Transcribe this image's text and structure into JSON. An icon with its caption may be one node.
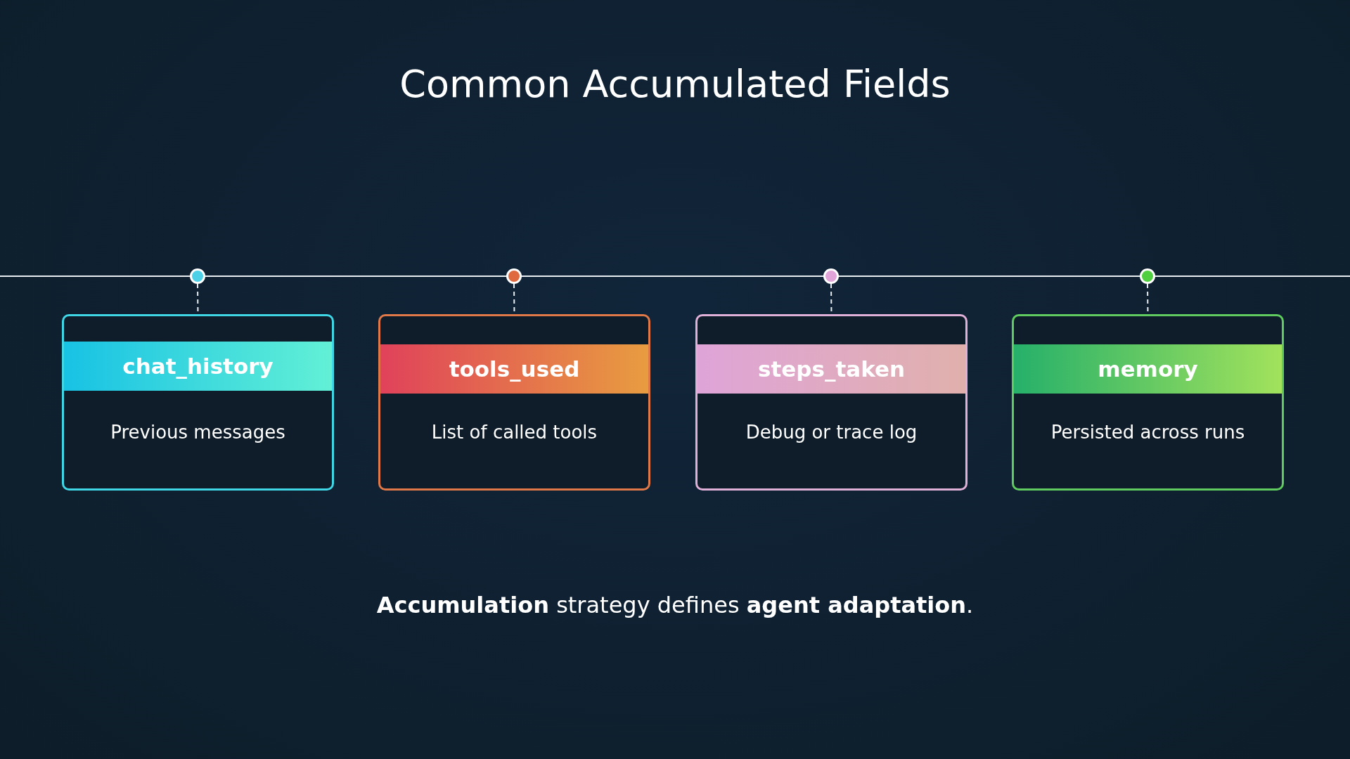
{
  "diagram": {
    "title": "Common Accumulated Fields",
    "caption": "**Accumulation** strategy defines **agent adaptation**.",
    "nodes": [
      {
        "text": [
          "chat_history",
          "Previous messages"
        ]
      },
      {
        "text": [
          "tools_used",
          "List of called tools"
        ]
      },
      {
        "text": [
          "steps_taken",
          "Debug or trace log"
        ]
      },
      {
        "text": [
          "memory",
          "Persisted across runs"
        ]
      },
      {
        "text": [],
        "shape": "circle"
      },
      {
        "text": [],
        "shape": "circle"
      },
      {
        "text": [],
        "shape": "circle"
      },
      {
        "text": [],
        "shape": "circle"
      }
    ],
    "edges": [
      {
        "from": 4,
        "to": 0,
        "arrow": "none",
        "style": "dashed"
      },
      {
        "from": 5,
        "to": 1,
        "arrow": "none",
        "style": "dashed"
      },
      {
        "from": 6,
        "to": 2,
        "arrow": "none",
        "style": "dashed"
      },
      {
        "from": 7,
        "to": 3,
        "arrow": "none",
        "style": "dashed"
      }
    ]
  }
}
